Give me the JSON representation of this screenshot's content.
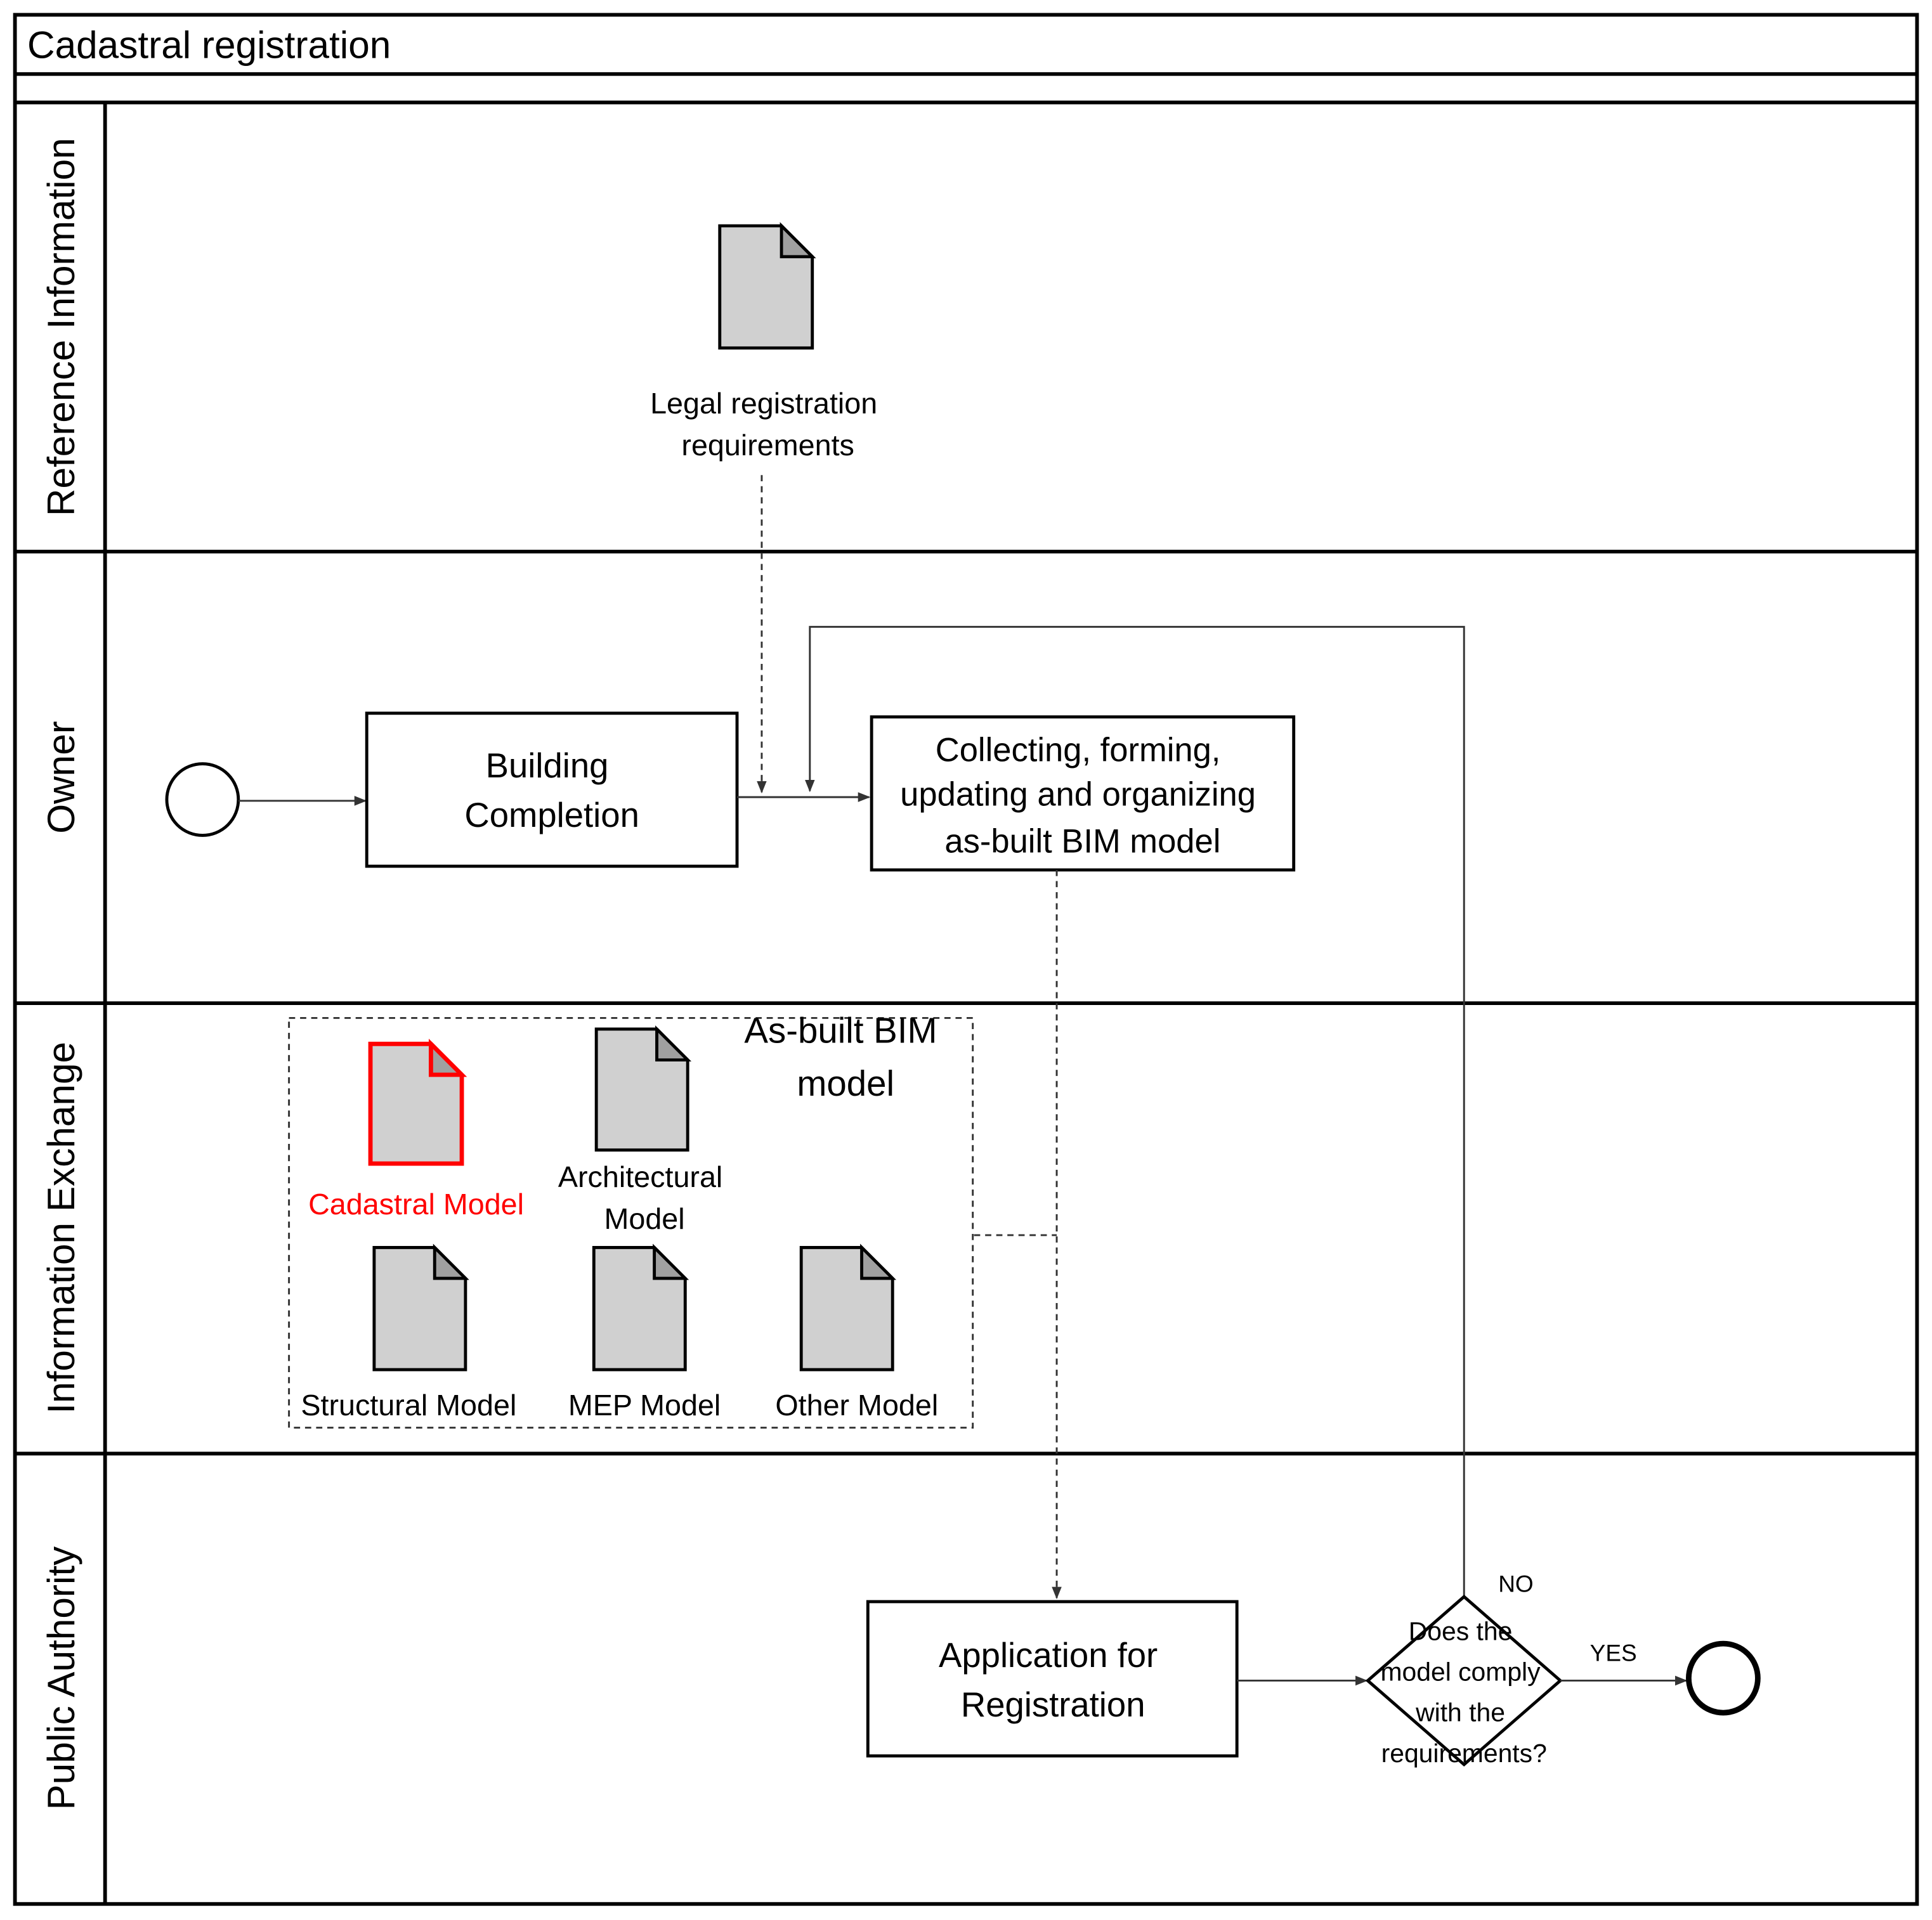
{
  "title": "Cadastral registration",
  "lanes": [
    "Reference Information",
    "Owner",
    "Information Exchange",
    "Public Authority"
  ],
  "reference": {
    "document_lines": [
      "Legal registration",
      "requirements"
    ]
  },
  "owner": {
    "task1_lines": [
      "Building",
      "Completion"
    ],
    "task2_lines": [
      "Collecting, forming,",
      "updating and organizing",
      "as-built BIM model"
    ]
  },
  "exchange": {
    "group_lines": [
      "As-built BIM",
      "model"
    ],
    "cadastral": "Cadastral Model",
    "architectural_lines": [
      "Architectural",
      "Model"
    ],
    "structural": "Structural Model",
    "mep": "MEP Model",
    "other": "Other Model"
  },
  "authority": {
    "task_lines": [
      "Application for",
      "Registration"
    ],
    "gateway_lines": [
      "Does the",
      "model comply",
      "with the",
      "requirements?"
    ],
    "no_label": "NO",
    "yes_label": "YES"
  },
  "colors": {
    "highlight": "#ff0000",
    "doc_fill": "#d0d0d0",
    "doc_fold": "#a0a0a0"
  }
}
